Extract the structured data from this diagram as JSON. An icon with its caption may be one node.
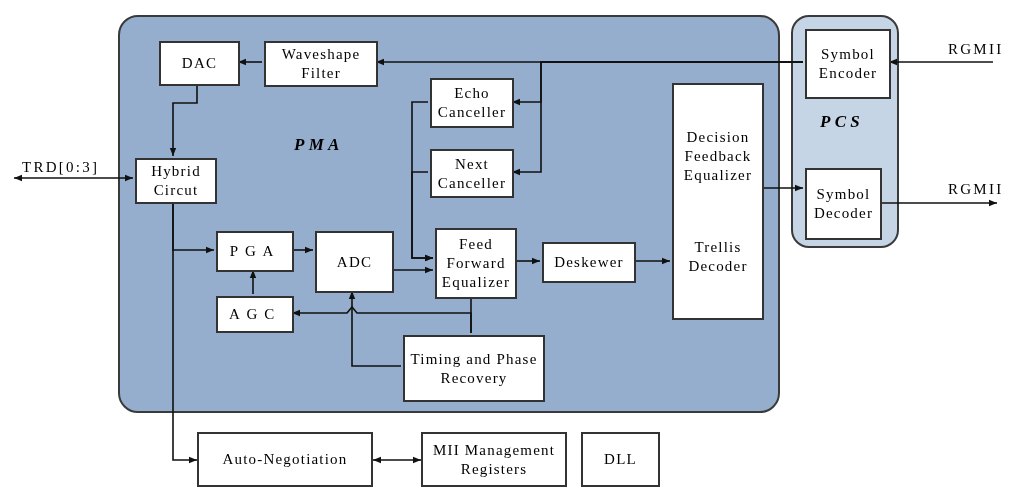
{
  "diagram": {
    "nodes": [
      {
        "text": [
          "PMA"
        ]
      },
      {
        "text": [
          "DAC"
        ],
        "in": 0
      },
      {
        "text": [
          "Waveshape Filter"
        ],
        "in": 0
      },
      {
        "text": [
          "Echo Canceller"
        ],
        "in": 0
      },
      {
        "text": [
          "Next Canceller"
        ],
        "in": 0
      },
      {
        "text": [
          "Hybrid Circut"
        ],
        "in": 0
      },
      {
        "text": [
          "Decision Feedback Equalizer",
          "Trellis Decoder"
        ],
        "in": 0
      },
      {
        "text": [
          "PGA"
        ],
        "in": 0
      },
      {
        "text": [
          "ADC"
        ],
        "in": 0
      },
      {
        "text": [
          "Feed Forward Equalizer"
        ],
        "in": 0
      },
      {
        "text": [
          "Deskewer"
        ],
        "in": 0
      },
      {
        "text": [
          "AGC"
        ],
        "in": 0
      },
      {
        "text": [
          "Timing and Phase Recovery"
        ],
        "in": 0
      },
      {
        "text": [
          "PCS"
        ]
      },
      {
        "text": [
          "Symbol Encoder"
        ],
        "in": 13
      },
      {
        "text": [
          "Symbol Decoder"
        ],
        "in": 13
      },
      {
        "text": [
          "Auto-Negotiation"
        ]
      },
      {
        "text": [
          "MII Management Registers"
        ]
      },
      {
        "text": [
          "DLL"
        ]
      }
    ],
    "edges": [
      {
        "from": null,
        "to": 5,
        "arrow": "both",
        "label": "TRD[0:3]"
      },
      {
        "from": null,
        "to": 14,
        "arrow": "to",
        "label": "RGMII"
      },
      {
        "from": 15,
        "to": null,
        "arrow": "to",
        "label": "RGMII"
      },
      {
        "from": 14,
        "to": 2,
        "arrow": "to"
      },
      {
        "from": 14,
        "to": 3,
        "arrow": "to"
      },
      {
        "from": 14,
        "to": 4,
        "arrow": "to"
      },
      {
        "from": 2,
        "to": 1,
        "arrow": "to"
      },
      {
        "from": 1,
        "to": 5,
        "arrow": "to"
      },
      {
        "from": 5,
        "to": 7,
        "arrow": "to"
      },
      {
        "from": 5,
        "to": 16,
        "arrow": "to"
      },
      {
        "from": 7,
        "to": 8,
        "arrow": "to"
      },
      {
        "from": 8,
        "to": 9,
        "arrow": "to"
      },
      {
        "from": 3,
        "to": 9,
        "arrow": "to"
      },
      {
        "from": 4,
        "to": 9,
        "arrow": "to"
      },
      {
        "from": 9,
        "to": 10,
        "arrow": "to"
      },
      {
        "from": 10,
        "to": 6,
        "arrow": "to"
      },
      {
        "from": 6,
        "to": 15,
        "arrow": "to"
      },
      {
        "from": 11,
        "to": 7,
        "arrow": "to"
      },
      {
        "from": 12,
        "to": 11,
        "arrow": "to"
      },
      {
        "from": 9,
        "to": 12,
        "arrow": "none"
      },
      {
        "from": 12,
        "to": 8,
        "arrow": "to"
      },
      {
        "from": 16,
        "to": 17,
        "arrow": "both"
      }
    ]
  }
}
